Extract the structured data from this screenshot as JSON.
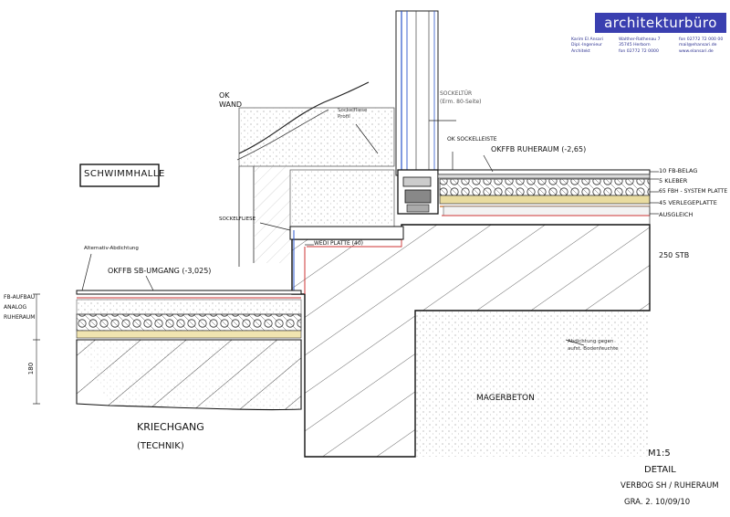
{
  "stamp": {
    "logo_text": "architekturbüro",
    "col1": [
      "Karim El Ansari",
      "Dipl.-Ingenieur",
      "Architekt"
    ],
    "col2": [
      "Walther-Rathenau 7",
      "35745 Herborn",
      "fon 02772 72 0000"
    ],
    "col3": [
      "fon 02772 72 000 00",
      "mail@ehansari.de",
      "www.elansari.de"
    ]
  },
  "labels": {
    "ok_wand": "OK\nWAND",
    "schwimmhalle": "SCHWIMMHALLE",
    "sockelfliese_top": "Sockelfliese\nProfil",
    "sockeltuer": "SOCKELTÜR\n(Erm. 80-Seite)",
    "ok_sockelleiste": "OK SOCKELLEISTE",
    "okffb_ruheraum": "OKFFB RUHERAUM (-2,65)",
    "sockelfliese_left": "SOCKELFLIESE",
    "wedi_platte": "WEDI PLATTE (40)",
    "alternativ": "Alternativ-Abdichtung",
    "okffb_sb": "OKFFB SB-UMGANG (-3,025)",
    "fb_aufbau": "FB-AUFBAU\nANALOG\nRUHERAUM",
    "dim_180": "180",
    "abdichtung_note": "Abdichtung gegen\naufst. Bodenfeuchte",
    "magerbeton": "MAGERBETON",
    "kriechgang": "KRIECHGANG",
    "technik": "(TECHNIK)",
    "layer_1": "10 FB-BELAG",
    "layer_2": "5 KLEBER",
    "layer_3": "65 FBH - SYSTEM PLATTE",
    "layer_4": "45 VERLEGEPLATTE",
    "layer_5": "AUSGLEICH",
    "layer_6": "250 STB",
    "title_block": {
      "scale": "M1:5",
      "detail": "DETAIL",
      "description": "VERBOG SH / RUHERAUM",
      "date": "GRA. 2. 10/09/10"
    }
  }
}
